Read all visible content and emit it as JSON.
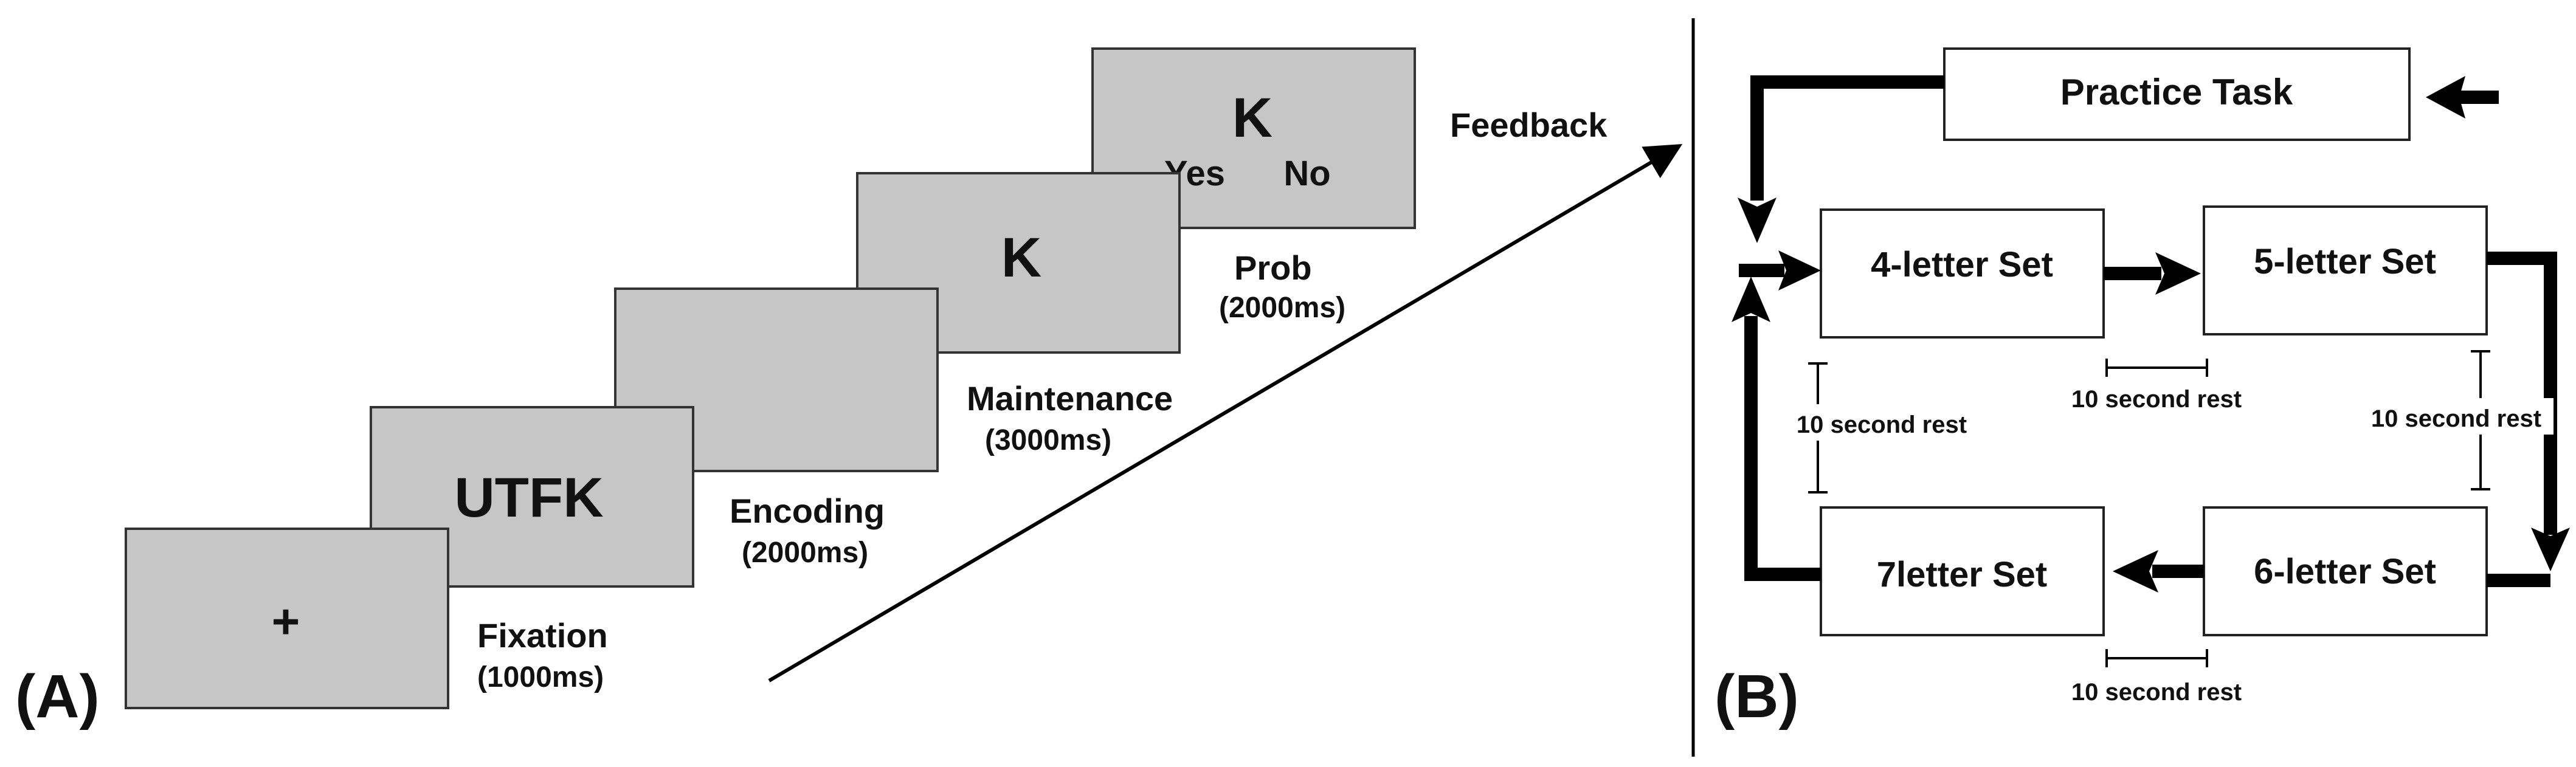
{
  "panel_a": {
    "label": "(A)",
    "screens": [
      {
        "content": "+"
      },
      {
        "content": "UTFK"
      },
      {
        "content": ""
      },
      {
        "content": "K"
      },
      {
        "content": "K",
        "yes": "Yes",
        "no": "No"
      }
    ],
    "phases": [
      {
        "name": "Fixation",
        "duration": "(1000ms)"
      },
      {
        "name": "Encoding",
        "duration": "(2000ms)"
      },
      {
        "name": "Maintenance",
        "duration": "(3000ms)"
      },
      {
        "name": "Prob",
        "duration": "(2000ms)"
      },
      {
        "name": "Feedback",
        "duration": ""
      }
    ]
  },
  "panel_b": {
    "label": "(B)",
    "practice": "Practice Task",
    "sets": [
      "4-letter Set",
      "5-letter Set",
      "6-letter Set",
      "7letter Set"
    ],
    "rests": [
      "10 second rest",
      "10 second rest",
      "10 second rest",
      "10 second rest"
    ]
  }
}
